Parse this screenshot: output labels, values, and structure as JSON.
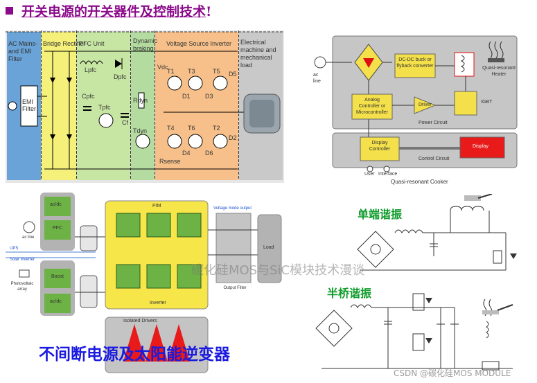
{
  "title": "开关电源的开关器件及控制技术",
  "title_mark": "!",
  "topleft": {
    "blocks": [
      "AC Mains- and EMI Filter",
      "Bridge Rectifier",
      "PFC Unit",
      "Dynamic braking",
      "Voltage Source Inverter",
      "Electrical machine and mechanical load"
    ],
    "labels": {
      "emi": "EMI Filter",
      "lpfc": "Lpfc",
      "dpfc": "Dpfc",
      "cpfc": "Cpfc",
      "tpfc": "Tpfc",
      "cf": "Cf",
      "rdyn": "Rdyn",
      "tdyn": "Tdyn",
      "vdc": "Vdc",
      "rsense": "Rsense",
      "t1": "T1",
      "t3": "T3",
      "t5": "T5",
      "t4": "T4",
      "t6": "T6",
      "t2": "T2",
      "d1": "D1",
      "d3": "D3",
      "d5": "D5",
      "d4": "D4",
      "d6": "D6",
      "d2": "D2"
    }
  },
  "topright": {
    "ac_line": "ac line",
    "dcdc": "DC-DC buck or flyback converter",
    "heater": "Quasi-resonant Heater",
    "analog": "Analog Controller or Microcontroller",
    "driver": "Driver",
    "igbt": "IGBT",
    "power_circuit": "Power Circuit",
    "display_controller": "Display Controller",
    "display": "Display",
    "user": "User",
    "interface": "Interface",
    "control_circuit": "Control Circuit",
    "caption": "Quasi-resonant Cooker"
  },
  "bottomleft": {
    "acdc_top": "ac/dc",
    "pfc": "PFC",
    "ac_line": "ac line",
    "ups": "UPS",
    "solar_inverter": "Solar Inverter",
    "pv": "Photovoltaic array",
    "boost": "Boost",
    "acdc_bottom": "ac/dc",
    "pim": "PIM",
    "inverter": "Inverter",
    "isolated_drivers": "Isolated Drivers",
    "vm_output": "Voltage mode output",
    "output_filter": "Output Filter",
    "load": "Load"
  },
  "bottomright": {
    "single_ended": "单端谐振",
    "half_bridge": "半桥谐振"
  },
  "ups_caption": "不间断电源及太阳能逆变器",
  "watermark": "碳化硅MOS与SiC模块技术漫谈",
  "csdn": "CSDN @碳化硅MOS MODULE"
}
